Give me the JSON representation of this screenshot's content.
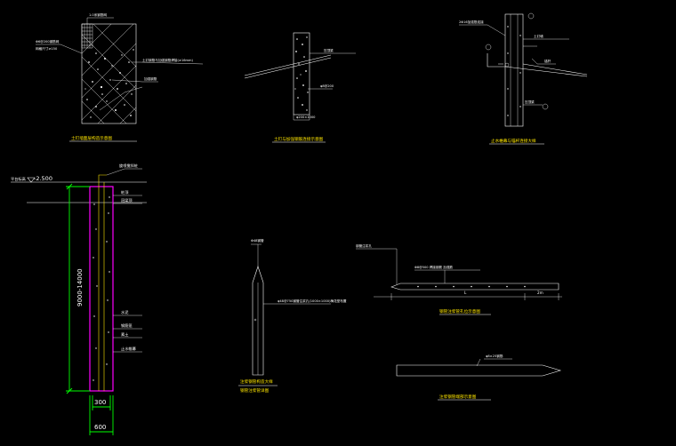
{
  "drawing": {
    "background": "#000000",
    "colors": {
      "line": "#ffffff",
      "dimension": "#00ff00",
      "caption": "#ffe600",
      "casing": "#ff00ff"
    }
  },
  "detail_1": {
    "caption": "土钉墙面层构造示意图",
    "labels": [
      "1.0米钢筋网",
      "Φ6@200钢筋网",
      "网格尺寸≥150",
      "土钉钢筋与加强钢筋焊接(≥16mm)",
      "加强钢筋"
    ]
  },
  "detail_2": {
    "caption": "土钉与加强钢筋连接示意图",
    "labels": [
      "压顶梁",
      "φ8@200",
      "φ200×1000"
    ]
  },
  "detail_3": {
    "caption": "止水帷幕与锚杆连接大样",
    "labels": [
      "2Φ16加强筋连接",
      "锚杆",
      "土钉墙",
      "压顶梁"
    ]
  },
  "detail_4": {
    "level_label": "平台标高",
    "level_value": "-2.500",
    "callouts": [
      "旋喷搅拌桩",
      "桩顶",
      "冠梁顶",
      "水泥",
      "钢筋笼",
      "素土",
      "止水帷幕"
    ],
    "length_label": "9000-14000",
    "dim_inner": "300",
    "dim_outer": "600"
  },
  "detail_5": {
    "top_label": "Φ48钢管",
    "side_label": "φ48@750钢管注浆孔(1000×1000)梅花型布置",
    "caption": "注浆钢管构造大样",
    "caption2": "钢管注浆管详图"
  },
  "detail_6": {
    "label_top": "钢管注浆孔",
    "label_mid": "Φ8@500 焊接钢筋 加强筋",
    "dim_l": "L",
    "dim_2m": "2m",
    "caption": "钢管注浆管孔位示意图",
    "label_bottom": "φ8×25钢筋",
    "caption2": "注浆钢管端部示意图"
  }
}
